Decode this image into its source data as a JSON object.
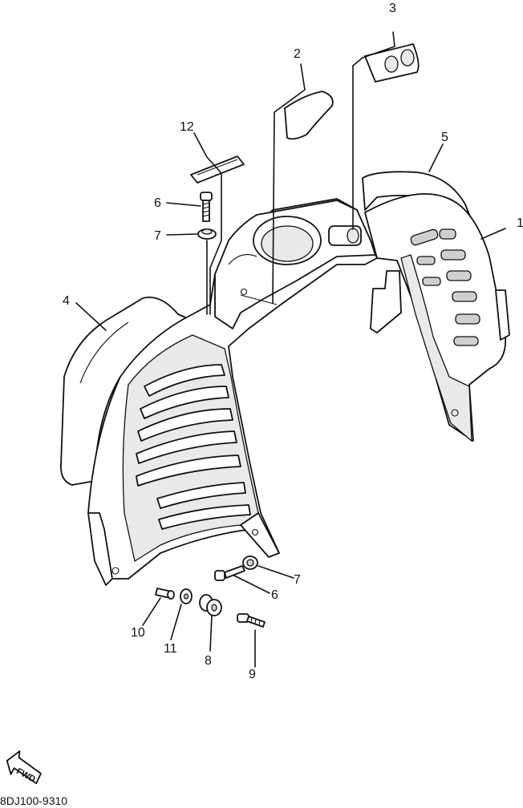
{
  "diagram": {
    "callouts": [
      {
        "id": "c1",
        "label": "1"
      },
      {
        "id": "c2",
        "label": "2"
      },
      {
        "id": "c3",
        "label": "3"
      },
      {
        "id": "c4",
        "label": "4"
      },
      {
        "id": "c5",
        "label": "5"
      },
      {
        "id": "c6a",
        "label": "6"
      },
      {
        "id": "c6b",
        "label": "6"
      },
      {
        "id": "c7a",
        "label": "7"
      },
      {
        "id": "c7b",
        "label": "7"
      },
      {
        "id": "c8",
        "label": "8"
      },
      {
        "id": "c9",
        "label": "9"
      },
      {
        "id": "c10",
        "label": "10"
      },
      {
        "id": "c11",
        "label": "11"
      },
      {
        "id": "c12",
        "label": "12"
      }
    ],
    "fwd_label": "FWD",
    "diagram_code": "8DJ100-9310"
  }
}
